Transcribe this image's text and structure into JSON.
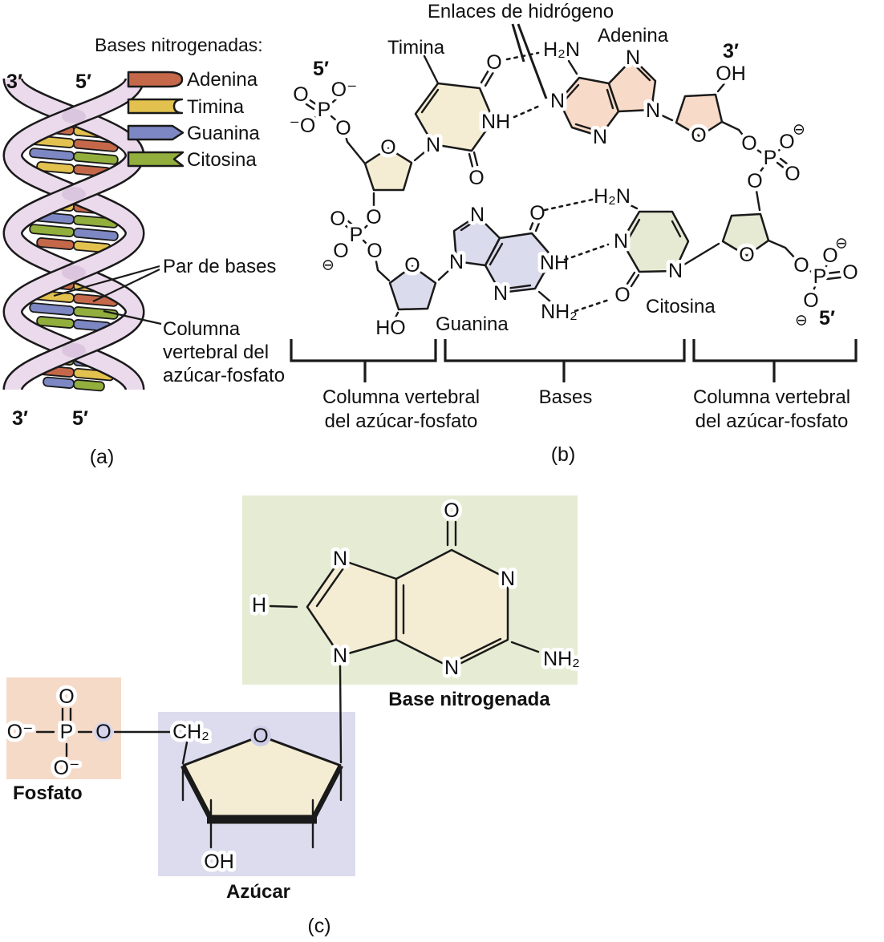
{
  "colors": {
    "adenina": "#C5684A",
    "timina": "#E2C14E",
    "guanina": "#7D87C3",
    "citosina": "#92AE3C",
    "ribbon": "#EBDAEC",
    "ribbon_shade": "#C9AED0",
    "ring_cream": "#F4EDD3",
    "ring_pink": "#F7DAC7",
    "ring_violet": "#DADBEC",
    "ring_green": "#E7EAD3",
    "box_fosfato": "#F5DAC8",
    "box_azucar": "#DCDCEE",
    "box_base": "#E6ECD3",
    "o_circle_small": "#D6D5EC",
    "o_circle_sugar": "#CFCEE9"
  },
  "atoms": {
    "O": "O",
    "P": "P",
    "N": "N",
    "NH": "NH",
    "H": "H",
    "H2N": "H₂N",
    "NH2": "NH₂",
    "O_neg": "O⁻",
    "neg_O": "⁻O",
    "OH": "OH",
    "HO": "HO",
    "CH2": "CH₂",
    "ominus": "⊖",
    "five_prime": "5′",
    "three_prime": "3′"
  },
  "panel_a": {
    "legend_title": "Bases nitrogenadas:",
    "legend": [
      {
        "label": "Adenina",
        "color_key": "adenina"
      },
      {
        "label": "Timina",
        "color_key": "timina"
      },
      {
        "label": "Guanina",
        "color_key": "guanina"
      },
      {
        "label": "Citosina",
        "color_key": "citosina"
      }
    ],
    "labels": {
      "three_prime_top": "3′",
      "five_prime_top": "5′",
      "three_prime_bottom": "3′",
      "five_prime_bottom": "5′",
      "par_de_bases": "Par de bases",
      "backbone_l1": "Columna",
      "backbone_l2": "vertebral del",
      "backbone_l3": "azúcar-fosfato",
      "caption": "(a)"
    },
    "rungs": [
      [
        "adenina",
        "timina"
      ],
      [
        "timina",
        "adenina"
      ],
      [
        "guanina",
        "citosina"
      ],
      [
        "timina",
        "adenina"
      ],
      [
        "timina",
        "adenina"
      ],
      [
        "guanina",
        "citosina"
      ],
      [
        "citosina",
        "guanina"
      ],
      [
        "adenina",
        "timina"
      ],
      [
        "adenina",
        "timina"
      ],
      [
        "timina",
        "adenina"
      ],
      [
        "guanina",
        "citosina"
      ],
      [
        "citosina",
        "guanina"
      ],
      [
        "citosina",
        "guanina"
      ],
      [
        "adenina",
        "timina"
      ],
      [
        "guanina",
        "citosina"
      ]
    ]
  },
  "panel_b": {
    "labels": {
      "enlaces": "Enlaces de hidrógeno",
      "timina": "Timina",
      "adenina": "Adenina",
      "guanina": "Guanina",
      "citosina": "Citosina",
      "bracket_left_l1": "Columna vertebral",
      "bracket_left_l2": "del azúcar-fosfato",
      "bases": "Bases",
      "bracket_right_l1": "Columna vertebral",
      "bracket_right_l2": "del azúcar-fosfato",
      "caption": "(b)"
    }
  },
  "panel_c": {
    "labels": {
      "fosfato": "Fosfato",
      "azucar": "Azúcar",
      "base_nitrogenada": "Base nitrogenada",
      "caption": "(c)"
    }
  }
}
